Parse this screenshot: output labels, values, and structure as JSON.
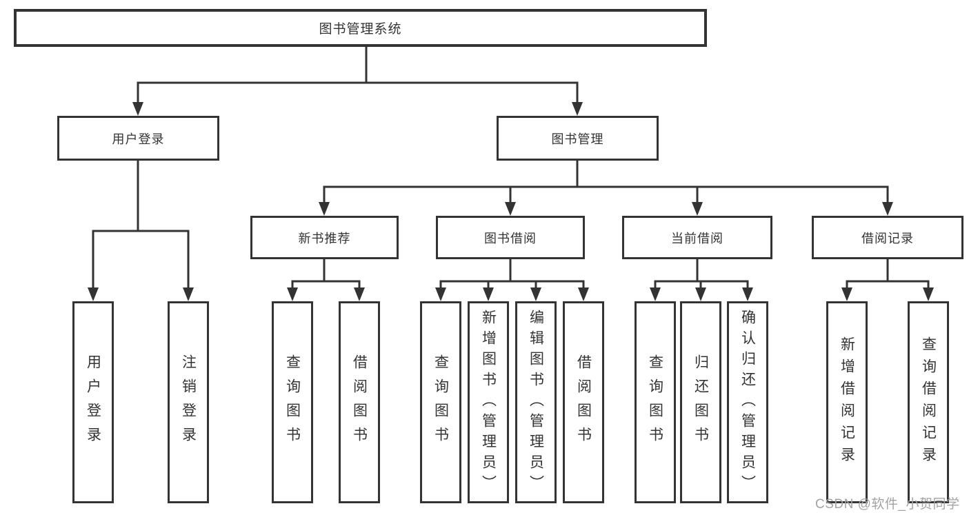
{
  "colors": {
    "line": "#333333",
    "text": "#333333",
    "box_bg": "#ffffff",
    "background": "#ffffff",
    "watermark": "#a3a3a3"
  },
  "tree": {
    "root": {
      "label": "图书管理系统"
    },
    "branches": [
      {
        "label": "用户登录",
        "children": [
          {
            "label": "用户登录"
          },
          {
            "label": "注销登录"
          }
        ]
      },
      {
        "label": "图书管理",
        "children": [
          {
            "label": "新书推荐",
            "children": [
              {
                "label": "查询图书"
              },
              {
                "label": "借阅图书"
              }
            ]
          },
          {
            "label": "图书借阅",
            "children": [
              {
                "label": "查询图书"
              },
              {
                "label": "新增图书（管理员）"
              },
              {
                "label": "编辑图书（管理员）"
              },
              {
                "label": "借阅图书"
              }
            ]
          },
          {
            "label": "当前借阅",
            "children": [
              {
                "label": "查询图书"
              },
              {
                "label": "归还图书"
              },
              {
                "label": "确认归还（管理员）"
              }
            ]
          },
          {
            "label": "借阅记录",
            "children": [
              {
                "label": "新增借阅记录"
              },
              {
                "label": "查询借阅记录"
              }
            ]
          }
        ]
      }
    ]
  },
  "watermark": "CSDN @软件_小贺同学"
}
